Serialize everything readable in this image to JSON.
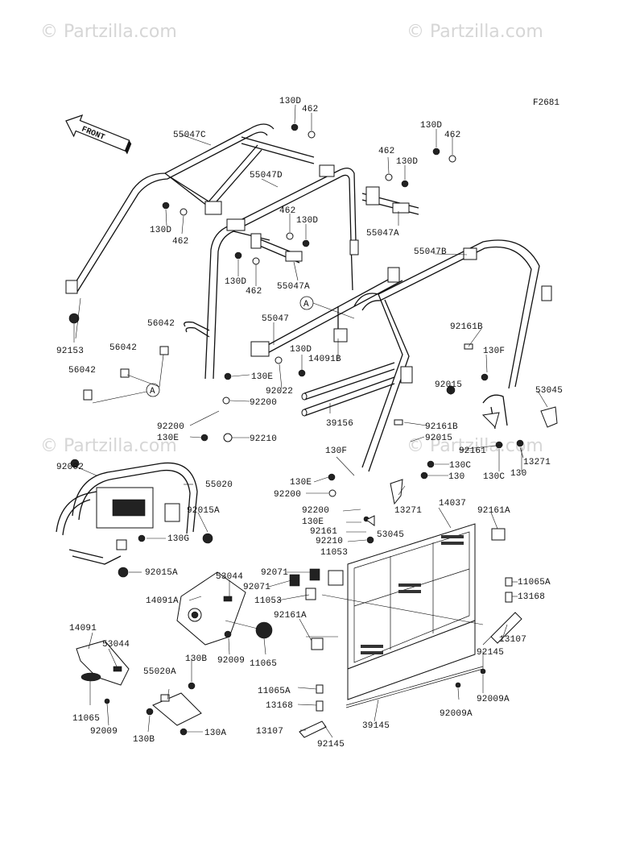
{
  "watermark": "© Partzilla.com",
  "figure_code": "F2681",
  "front_arrow_text": "FRONT",
  "reference_marker": "A",
  "labels": {
    "l_130D_a": "130D",
    "l_462_a": "462",
    "l_55047C": "55047C",
    "l_130D_b": "130D",
    "l_462_b": "462",
    "l_462_c": "462",
    "l_130D_c": "130D",
    "l_55047D": "55047D",
    "l_462_d": "462",
    "l_130D_d": "130D",
    "l_130D_e": "130D",
    "l_462_e": "462",
    "l_55047A_a": "55047A",
    "l_130D_f": "130D",
    "l_462_f": "462",
    "l_55047A_b": "55047A",
    "l_55047B": "55047B",
    "l_92153": "92153",
    "l_56042_a": "56042",
    "l_56042_b": "56042",
    "l_56042_c": "56042",
    "l_55047": "55047",
    "l_130D_g": "130D",
    "l_14091B": "14091B",
    "l_92161B": "92161B",
    "l_130F_a": "130F",
    "l_130E_a": "130E",
    "l_92022": "92022",
    "l_92200_a": "92200",
    "l_92015_a": "92015",
    "l_53045_a": "53045",
    "l_39156": "39156",
    "l_92200_b": "92200",
    "l_130E_b": "130E",
    "l_92210_a": "92210",
    "l_92161B_b": "92161B",
    "l_92015_b": "92015",
    "l_92161_a": "92161",
    "l_13271_a": "13271",
    "l_130C_a": "130C",
    "l_130_a": "130",
    "l_92002": "92002",
    "l_55020": "55020",
    "l_130F_b": "130F",
    "l_130C_b": "130C",
    "l_130E_c": "130E",
    "l_130_b": "130",
    "l_92200_c": "92200",
    "l_13271_b": "13271",
    "l_14037": "14037",
    "l_92161A_a": "92161A",
    "l_92015A_a": "92015A",
    "l_92200_d": "92200",
    "l_130E_d": "130E",
    "l_92161_b": "92161",
    "l_53045_b": "53045",
    "l_130G": "130G",
    "l_92210_b": "92210",
    "l_11053_a": "11053",
    "l_92015A_b": "92015A",
    "l_53044_a": "53044",
    "l_92071_a": "92071",
    "l_11065A_a": "11065A",
    "l_14091A": "14091A",
    "l_92071_b": "92071",
    "l_13168_a": "13168",
    "l_11053_b": "11053",
    "l_92161A_b": "92161A",
    "l_13107_a": "13107",
    "l_14091": "14091",
    "l_92145_a": "92145",
    "l_53044_b": "53044",
    "l_130B_a": "130B",
    "l_92009_a": "92009",
    "l_11065": "11065",
    "l_55020A": "55020A",
    "l_92009A_a": "92009A",
    "l_11065A_b": "11065A",
    "l_13168_b": "13168",
    "l_92009A_b": "92009A",
    "l_11065_b": "11065",
    "l_92009_b": "92009",
    "l_13107_b": "13107",
    "l_39145": "39145",
    "l_130B_b": "130B",
    "l_130A": "130A",
    "l_92145_b": "92145"
  }
}
